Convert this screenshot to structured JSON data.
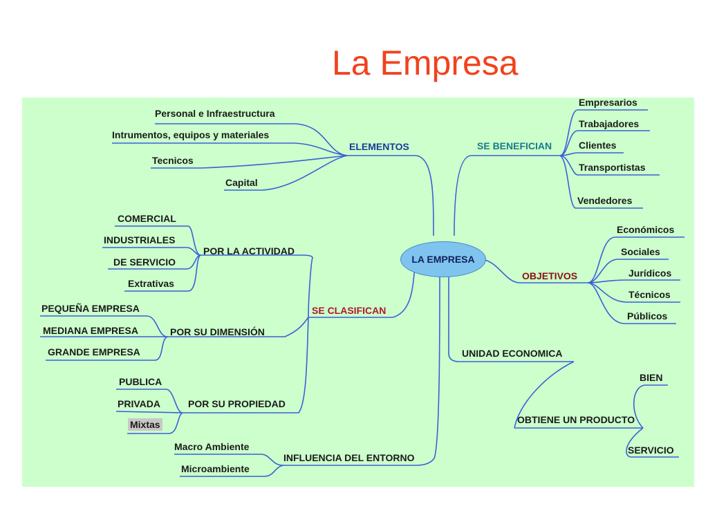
{
  "title": "La Empresa",
  "center": "LA EMPRESA",
  "colors": {
    "title": "#f1421c",
    "background": "#ccffcc",
    "lines": "#3b5fd6",
    "center_fill": "#7ec4ef"
  },
  "elementos": {
    "label": "ELEMENTOS",
    "items": [
      "Personal e Infraestructura",
      "Intrumentos, equipos y materiales",
      "Tecnicos",
      "Capital"
    ]
  },
  "se_benefician": {
    "label": "SE BENEFICIAN",
    "items": [
      "Empresarios",
      "Trabajadores",
      "Clientes",
      "Transportistas",
      "Vendedores"
    ]
  },
  "objetivos": {
    "label": "OBJETIVOS",
    "items": [
      "Económicos",
      "Sociales",
      "Jurídicos",
      "Técnicos",
      "Públicos"
    ]
  },
  "se_clasifican": {
    "label": "SE CLASIFICAN",
    "actividad": {
      "label": "POR LA ACTIVIDAD",
      "items": [
        "COMERCIAL",
        "INDUSTRIALES",
        "DE SERVICIO",
        "Extrativas"
      ]
    },
    "dimension": {
      "label": "POR SU DIMENSIÓN",
      "items": [
        "PEQUEÑA EMPRESA",
        "MEDIANA EMPRESA",
        "GRANDE EMPRESA"
      ]
    },
    "propiedad": {
      "label": "POR SU PROPIEDAD",
      "items": [
        "PUBLICA",
        "PRIVADA",
        "Mixtas"
      ]
    }
  },
  "unidad": {
    "label": "UNIDAD ECONOMICA",
    "producto": {
      "label": "OBTIENE UN PRODUCTO",
      "items": [
        "BIEN",
        "SERVICIO"
      ]
    }
  },
  "entorno": {
    "label": "INFLUENCIA DEL ENTORNO",
    "items": [
      "Macro Ambiente",
      "Microambiente"
    ]
  }
}
